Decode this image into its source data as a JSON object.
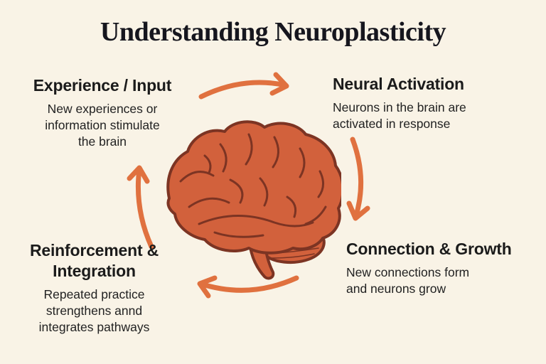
{
  "title": "Understanding Neuroplasticity",
  "colors": {
    "background": "#f9f3e6",
    "title": "#16161e",
    "heading": "#1b1b1b",
    "body": "#222222",
    "arrow": "#e0713f",
    "brain_fill": "#d2613c",
    "brain_outline": "#7c3423"
  },
  "center": {
    "icon": "brain-illustration"
  },
  "stages": [
    {
      "title": "Experience / Input",
      "description": "New experiences or\ninformation stimulate\nthe brain"
    },
    {
      "title": "Neural Activation",
      "description": "Neurons in the brain are\nactivated in response"
    },
    {
      "title": "Connection & Growth",
      "description": "New connections form\nand neurons grow"
    },
    {
      "title": "Reinforcement &\nIntegration",
      "description": "Repeated practice\nstrengthens annd\nintegrates pathways"
    }
  ],
  "cycle_arrows": [
    {
      "name": "arrow-top",
      "from": "Experience / Input",
      "to": "Neural Activation"
    },
    {
      "name": "arrow-right",
      "from": "Neural Activation",
      "to": "Connection & Growth"
    },
    {
      "name": "arrow-bottom",
      "from": "Connection & Growth",
      "to": "Reinforcement & Integration"
    },
    {
      "name": "arrow-left",
      "from": "Reinforcement & Integration",
      "to": "Experience / Input"
    }
  ]
}
